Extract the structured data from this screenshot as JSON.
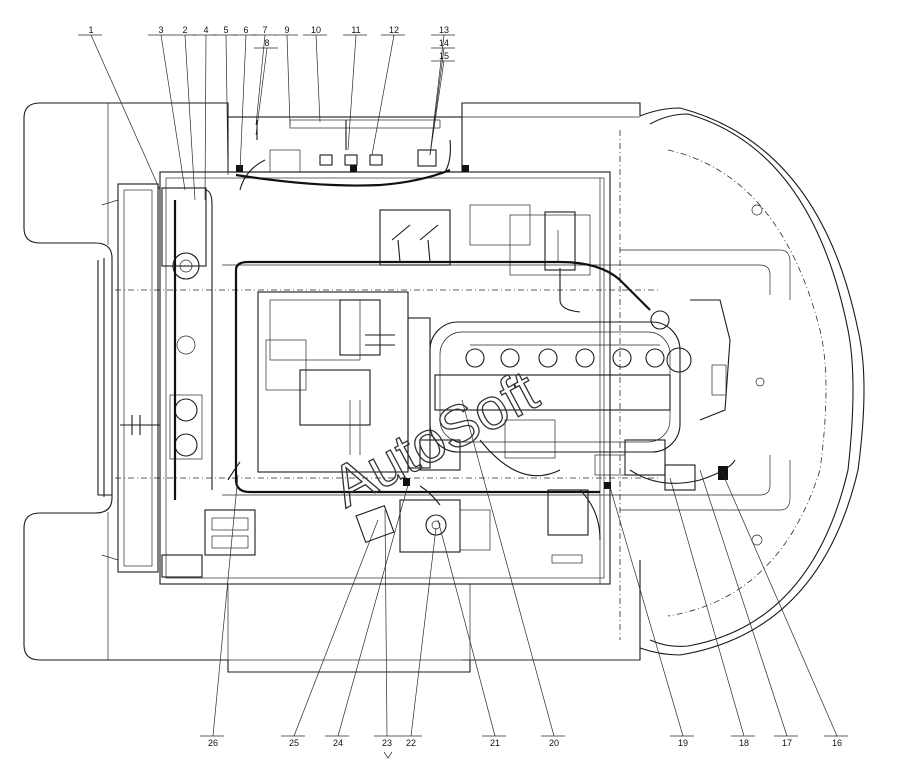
{
  "watermark": "AutoSoft",
  "callouts_top": [
    "1",
    "3",
    "2",
    "4",
    "5",
    "6",
    "7",
    "8",
    "9",
    "10",
    "11",
    "12",
    "13",
    "14",
    "15"
  ],
  "callouts_bottom": [
    "26",
    "25",
    "24",
    "23",
    "22",
    "21",
    "20",
    "19",
    "18",
    "17",
    "16"
  ]
}
